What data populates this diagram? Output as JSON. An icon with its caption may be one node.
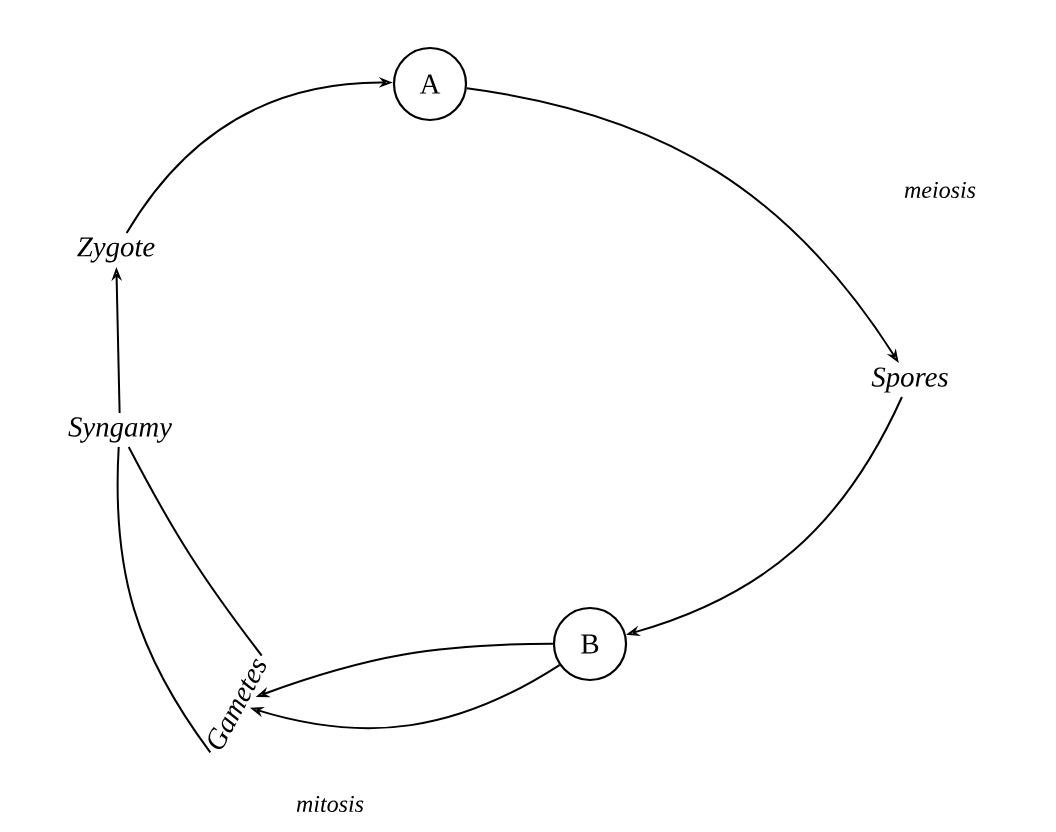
{
  "diagram": {
    "nodes": [
      {
        "text": [
          "A"
        ]
      },
      {
        "text": [
          "Spores"
        ]
      },
      {
        "text": [
          "B"
        ]
      },
      {
        "text": [
          "Gametes"
        ]
      },
      {
        "text": [
          "Syngamy"
        ]
      },
      {
        "text": [
          "Zygote"
        ]
      }
    ],
    "edges": [
      {
        "from": 5,
        "to": 0,
        "arrow": "to"
      },
      {
        "from": 0,
        "to": 1,
        "arrow": "to",
        "label": "meiosis"
      },
      {
        "from": 1,
        "to": 2,
        "arrow": "to"
      },
      {
        "from": 2,
        "to": 3,
        "arrow": "to"
      },
      {
        "from": 2,
        "to": 3,
        "arrow": "to",
        "label": "mitosis"
      },
      {
        "from": 3,
        "to": 4,
        "arrow": "none"
      },
      {
        "from": 3,
        "to": 4,
        "arrow": "none"
      },
      {
        "from": 4,
        "to": 5,
        "arrow": "to"
      }
    ]
  }
}
